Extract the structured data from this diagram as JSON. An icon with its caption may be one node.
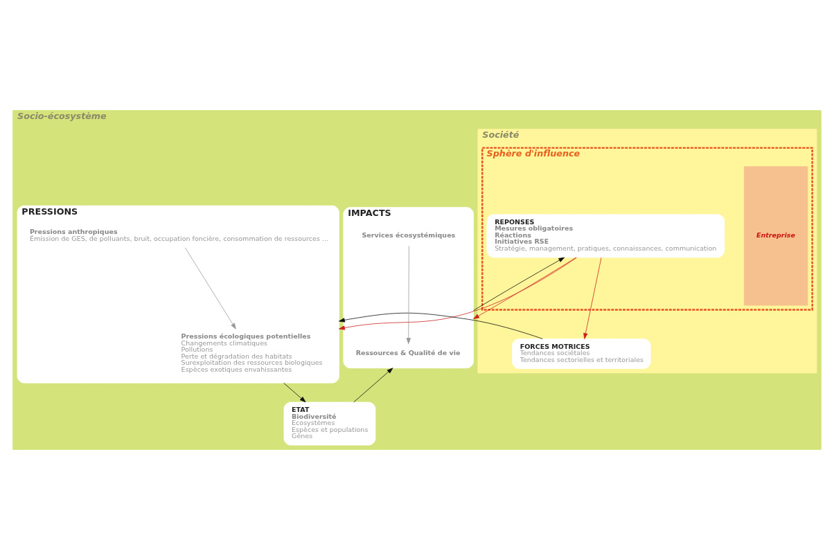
{
  "diagram": {
    "nodes": [
      {
        "text": [
          "Socio-écosystème"
        ]
      },
      {
        "text": [
          "Société"
        ],
        "in": 0
      },
      {
        "text": [
          "Sphère d'influence"
        ],
        "in": 1
      },
      {
        "text": [
          "Entreprise"
        ],
        "in": 2
      },
      {
        "text": [
          "FORCES MOTRICES",
          "Tendances sociétales",
          "Tendances sectorielles et territoriales"
        ],
        "in": 1
      },
      {
        "text": [
          "PRESSIONS"
        ],
        "in": 0
      },
      {
        "text": [
          "Pressions anthropiques",
          "Émission de GES, de polluants, bruit, occupation foncière, consommation de ressources ..."
        ],
        "in": 5
      },
      {
        "text": [
          "Pressions écologiques potentielles",
          "Changements climatiques",
          "Pollutions",
          "Perte et dégradation des habitats",
          "Surexploitation des ressources biologiques",
          "Espèces exotiques envahissantes"
        ],
        "in": 5
      },
      {
        "text": [
          "REPONSES",
          "Mesures obligatoires",
          "Réactions",
          "Initiatives RSE",
          "Stratégie, management, pratiques, connaissances, communication"
        ],
        "in": 2
      },
      {
        "text": [
          "ETAT",
          "Biodiversité",
          "Ecosystèmes",
          "Espèces et populations",
          "Gènes"
        ],
        "in": 0
      },
      {
        "text": [
          "IMPACTS"
        ],
        "in": 0
      },
      {
        "text": [
          "Ressources & Qualité de vie"
        ],
        "in": 10
      },
      {
        "text": [
          "Services écosystémiques"
        ],
        "in": 10
      }
    ],
    "edges": [
      {
        "from": 4,
        "to": 5,
        "arrow": "to"
      },
      {
        "from": 6,
        "to": 7,
        "arrow": "to",
        "color": "#999999"
      },
      {
        "from": 5,
        "to": 9,
        "arrow": "to"
      },
      {
        "from": 9,
        "to": 10,
        "arrow": "to"
      },
      {
        "from": 12,
        "to": 11,
        "arrow": "to",
        "color": "#999999"
      },
      {
        "from": 8,
        "to": 4,
        "arrow": "to",
        "color": "#cc2222"
      },
      {
        "from": 8,
        "to": 5,
        "arrow": "to",
        "color": "#cc2222"
      },
      {
        "from": 8,
        "to": 10,
        "arrow": "to",
        "color": "#cc2222"
      },
      {
        "from": 10,
        "to": 8,
        "arrow": "to"
      }
    ]
  }
}
